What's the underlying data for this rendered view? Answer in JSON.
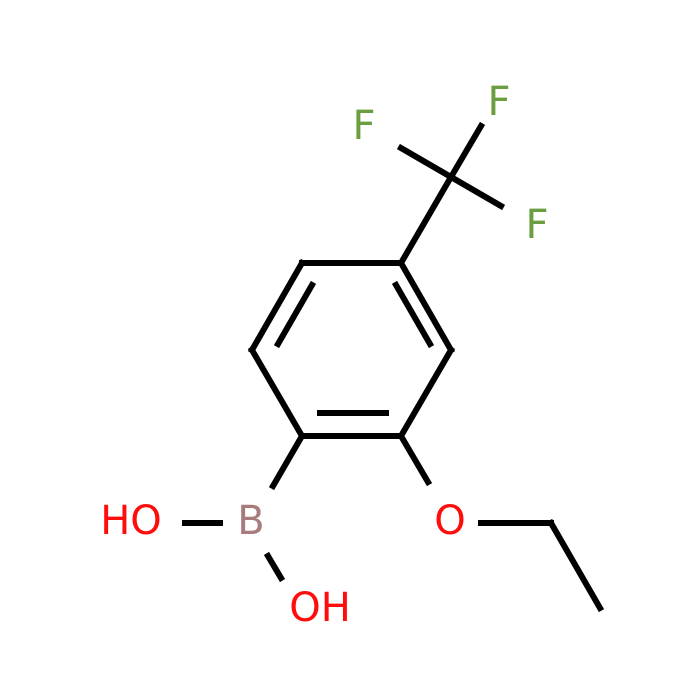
{
  "colors": {
    "bond": "#000000",
    "fluorine": "#6a9e3f",
    "oxygen": "#ff0d0d",
    "boron": "#a87c7c",
    "background": "#ffffff"
  },
  "atoms": {
    "f_top": "F",
    "f_left": "F",
    "f_right": "F",
    "o_ether": "O",
    "b": "B",
    "oh_left": "HO",
    "oh_bottom": "OH"
  }
}
